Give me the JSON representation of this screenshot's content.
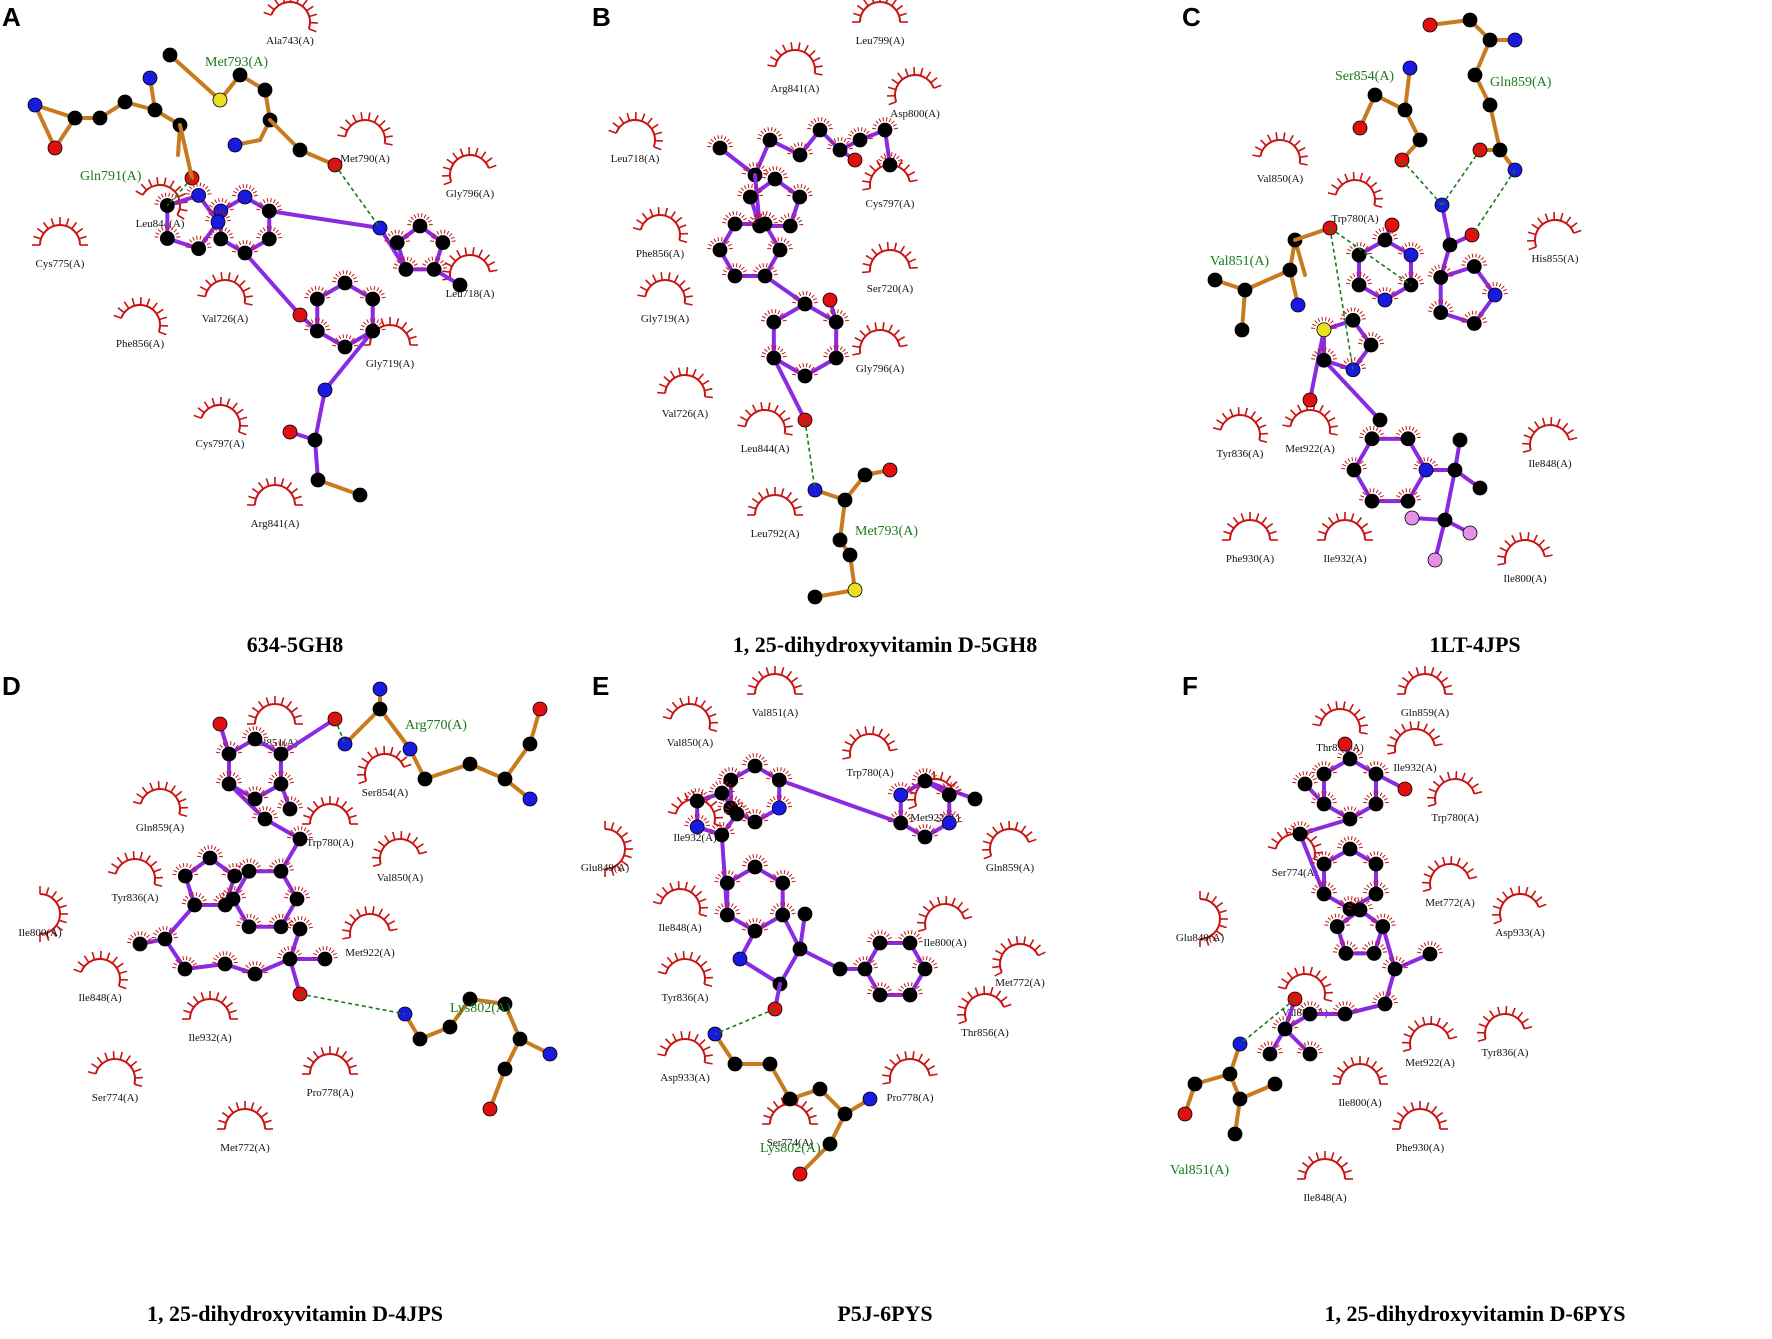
{
  "colors": {
    "ligand_bond": "#8a2be2",
    "residue_bond": "#c87a1e",
    "carbon": "#000000",
    "nitrogen": "#1a1adf",
    "oxygen": "#e01010",
    "sulfur": "#e8e020",
    "fluorine": "#e890e8",
    "hydrophobic": "#c81414",
    "hbond": "#1a7a1a",
    "hbond_label": "#1a7a1a"
  },
  "panels": [
    {
      "letter": "A",
      "caption": "634-5GH8",
      "hbond_residues": [
        "Met793(A)",
        "Gln791(A)"
      ],
      "hydrophobic_residues": [
        "Ala743(A)",
        "Met790(A)",
        "Gly796(A)",
        "Leu844(A)",
        "Cys775(A)",
        "Leu718(A)",
        "Val726(A)",
        "Phe856(A)",
        "Gly719(A)",
        "Cys797(A)",
        "Arg841(A)"
      ]
    },
    {
      "letter": "B",
      "caption": "1, 25-dihydroxyvitamin D-5GH8",
      "hbond_residues": [
        "Met793(A)"
      ],
      "hydrophobic_residues": [
        "Leu799(A)",
        "Arg841(A)",
        "Asp800(A)",
        "Leu718(A)",
        "Cys797(A)",
        "Phe856(A)",
        "Ser720(A)",
        "Gly719(A)",
        "Gly796(A)",
        "Val726(A)",
        "Leu844(A)",
        "Leu792(A)"
      ]
    },
    {
      "letter": "C",
      "caption": "1LT-4JPS",
      "hbond_residues": [
        "Ser854(A)",
        "Gln859(A)",
        "Val851(A)"
      ],
      "hydrophobic_residues": [
        "Val850(A)",
        "Trp780(A)",
        "His855(A)",
        "Tyr836(A)",
        "Met922(A)",
        "Ile848(A)",
        "Phe930(A)",
        "Ile932(A)",
        "Ile800(A)"
      ]
    },
    {
      "letter": "D",
      "caption": "1, 25-dihydroxyvitamin D-4JPS",
      "hbond_residues": [
        "Arg770(A)",
        "Lys802(A)"
      ],
      "hydrophobic_residues": [
        "Val851(A)",
        "Ser854(A)",
        "Gln859(A)",
        "Trp780(A)",
        "Val850(A)",
        "Tyr836(A)",
        "Ile800(A)",
        "Met922(A)",
        "Ile848(A)",
        "Ile932(A)",
        "Ser774(A)",
        "Pro778(A)",
        "Met772(A)"
      ]
    },
    {
      "letter": "E",
      "caption": "P5J-6PYS",
      "hbond_residues": [
        "Lys802(A)"
      ],
      "hydrophobic_residues": [
        "Val851(A)",
        "Val850(A)",
        "Trp780(A)",
        "Met922(A)",
        "Ile932(A)",
        "Glu849(A)",
        "Gln859(A)",
        "Ile848(A)",
        "Ile800(A)",
        "Met772(A)",
        "Tyr836(A)",
        "Thr856(A)",
        "Asp933(A)",
        "Pro778(A)",
        "Ser774(A)"
      ]
    },
    {
      "letter": "F",
      "caption": "1, 25-dihydroxyvitamin D-6PYS",
      "hbond_residues": [
        "Val851(A)"
      ],
      "hydrophobic_residues": [
        "Gln859(A)",
        "Thr856(A)",
        "Ile932(A)",
        "Trp780(A)",
        "Ser774(A)",
        "Met772(A)",
        "Glu849(A)",
        "Asp933(A)",
        "Val850(A)",
        "Met922(A)",
        "Tyr836(A)",
        "Ile800(A)",
        "Phe930(A)",
        "Ile848(A)"
      ]
    }
  ]
}
